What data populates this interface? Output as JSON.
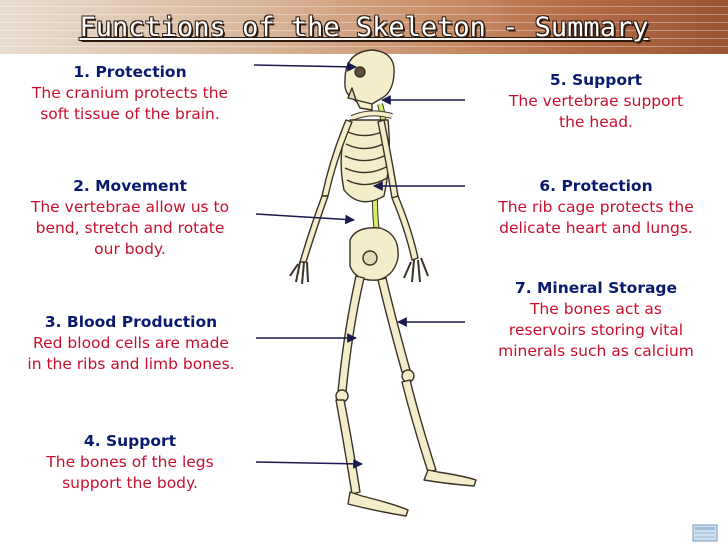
{
  "title": "Functions of the Skeleton - Summary",
  "left": [
    {
      "head": "1. Protection",
      "body": [
        "The cranium protects the",
        "soft tissue of the brain."
      ]
    },
    {
      "head": "2. Movement",
      "body": [
        "The vertebrae allow us to",
        "bend, stretch and rotate",
        "our body."
      ]
    },
    {
      "head": "3. Blood Production",
      "body": [
        "Red blood cells are made",
        "in the ribs and limb bones."
      ]
    },
    {
      "head": "4. Support",
      "body": [
        "The bones of the legs",
        "support the body."
      ]
    }
  ],
  "right": [
    {
      "head": "5. Support",
      "body": [
        "The vertebrae support",
        "the head."
      ]
    },
    {
      "head": "6. Protection",
      "body": [
        "The rib cage protects the",
        "delicate heart and lungs."
      ]
    },
    {
      "head": "7. Mineral Storage",
      "body": [
        "The bones act as",
        "reservoirs storing vital",
        "minerals such as calcium"
      ]
    }
  ],
  "colors": {
    "heading": "#0a1a6e",
    "body": "#c8102e",
    "bone": "#f3edc9"
  }
}
